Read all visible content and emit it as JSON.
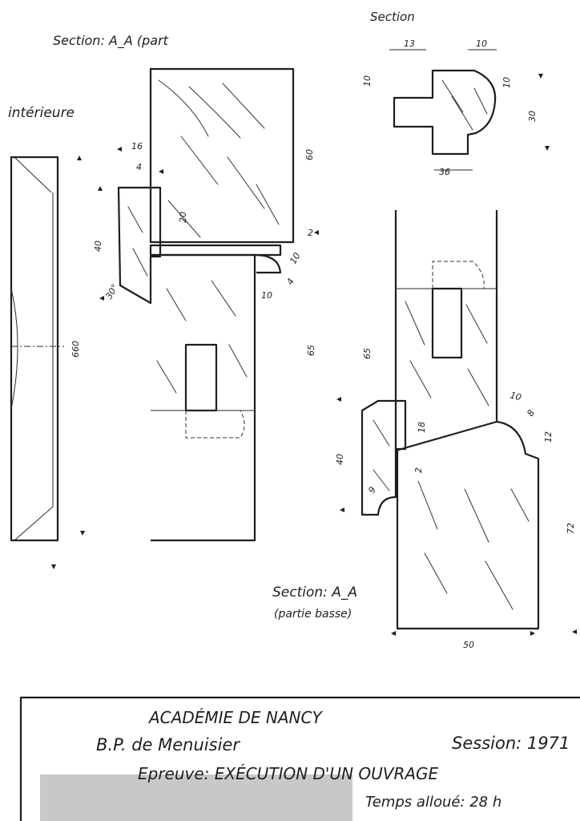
{
  "headings": {
    "section_top_left": "Section: A_A (part",
    "section_top_right": "Section",
    "left_view": "intérieure",
    "section_main": "Section: A_A",
    "section_main_sub": "(partie basse)"
  },
  "dimensions": {
    "d16": "16",
    "d4": "4",
    "d60": "60",
    "d20": "20",
    "d40_left": "40",
    "d2_left": "2",
    "d10_left": "10",
    "d4_left": "4",
    "d30": "30°",
    "d10_left_b": "10",
    "d660": "660",
    "d65_left": "65",
    "d13": "13",
    "d10_top": "10",
    "d10_profile_l": "10",
    "d10_profile_r": "10",
    "d30_profile": "30",
    "d36": "36",
    "d65_right": "65",
    "d18": "18",
    "d10_right": "10",
    "d8": "8",
    "d12": "12",
    "d40_right": "40",
    "d2_right": "2",
    "d9": "9",
    "d72": "72",
    "d50": "50"
  },
  "title_block": {
    "academy": "ACADÉMIE DE NANCY",
    "diploma": "B.P. de Menuisier",
    "session": "Session: 1971",
    "exam": "Epreuve: EXÉCUTION D'UN OUVRAGE",
    "time": "Temps alloué: 28 h"
  }
}
